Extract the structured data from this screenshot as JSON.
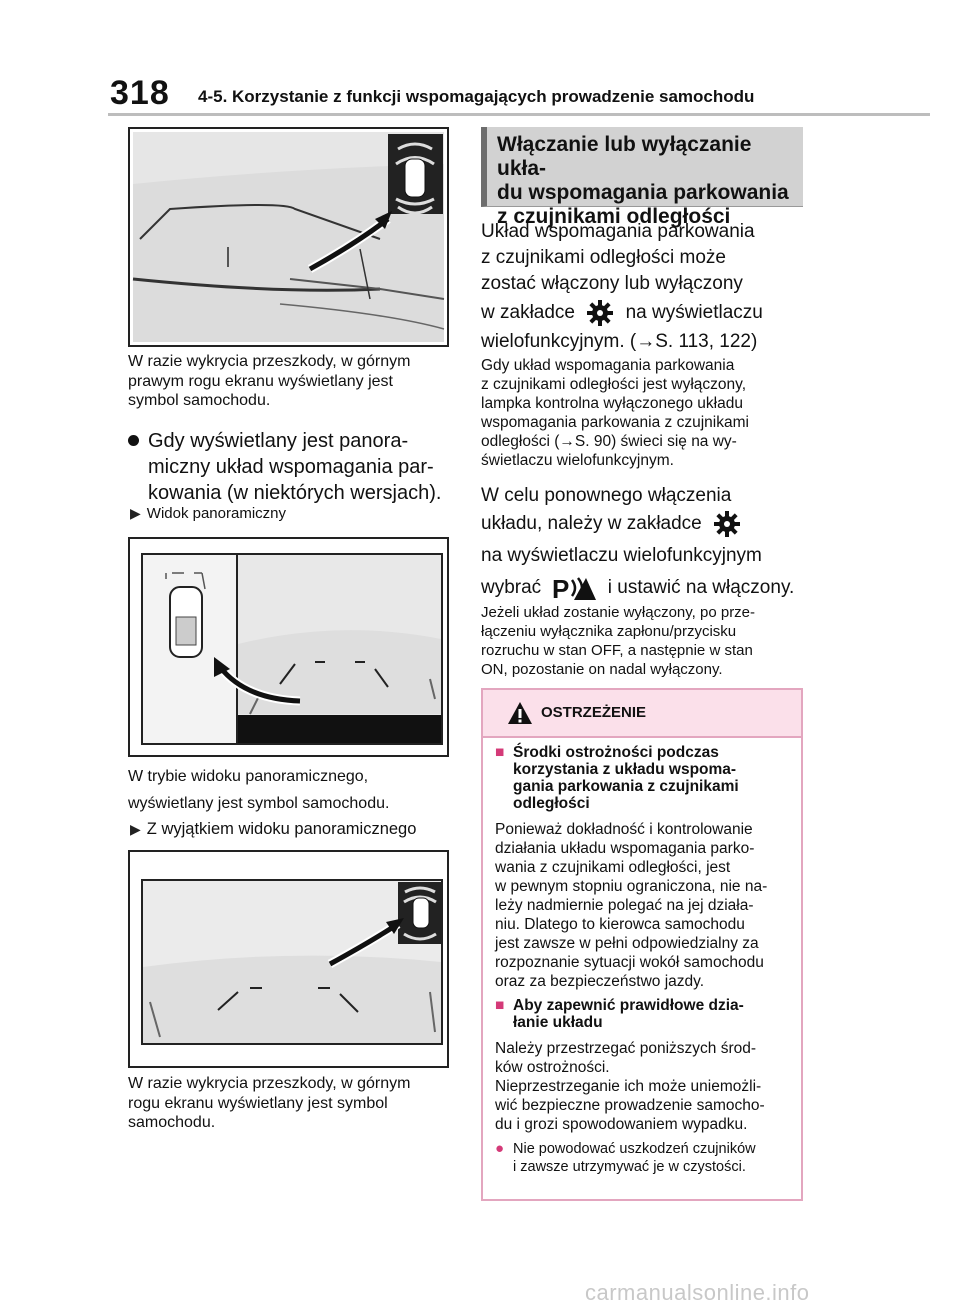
{
  "header": {
    "page_number": "318",
    "chapter_title": "4-5. Korzystanie z funkcji wspomagających prowadzenie samochodu"
  },
  "left": {
    "caption1": [
      "W razie wykrycia przeszkody, w górnym",
      "prawym rogu ekranu wyświetlany jest",
      "symbol samochodu."
    ],
    "bullet_heading": [
      "Gdy wyświetlany jest panora-",
      "miczny układ wspomagania par-",
      "kowania (w niektórych wersjach)."
    ],
    "sub1": "Widok panoramiczny",
    "caption2": [
      "W trybie widoku panoramicznego,",
      "wyświetlany jest symbol samochodu."
    ],
    "sub2": "Z wyjątkiem widoku panoramicznego",
    "caption3": [
      "W razie wykrycia przeszkody, w górnym",
      "rogu ekranu wyświetlany jest symbol",
      "samochodu."
    ]
  },
  "right": {
    "heading": [
      "Włączanie lub wyłączanie ukła-",
      "du wspomagania parkowania",
      "z czujnikami odległości"
    ],
    "p1_l1": "Układ wspomagania parkowania",
    "p1_l2": "z czujnikami odległości może",
    "p1_l3": "zostać włączony lub wyłączony",
    "p1_l4a": "w zakładce",
    "p1_l4b": "na wyświetlaczu",
    "p1_l5": "wielofunkcyjnym. (→S. 113, 122)",
    "p2": [
      "Gdy układ wspomagania parkowania",
      "z czujnikami odległości jest wyłączony,",
      "lampka kontrolna wyłączonego układu",
      "wspomagania parkowania z czujnikami",
      "odległości (→S. 90) świeci się na wy-",
      "świetlaczu wielofunkcyjnym."
    ],
    "p3_l1": "W celu ponownego włączenia",
    "p3_l2": "układu, należy w zakładce",
    "p3_l3": "na wyświetlaczu wielofunkcyjnym",
    "p3_l4a": "wybrać",
    "p3_l4b": "i ustawić na włączony.",
    "p4": [
      "Jeżeli układ zostanie wyłączony, po prze-",
      "łączeniu wyłącznika zapłonu/przycisku",
      "rozruchu w stan OFF, a następnie w stan",
      "ON, pozostanie on nadal wyłączony."
    ]
  },
  "warning": {
    "title": "OSTRZEŻENIE",
    "h1": [
      "Środki ostrożności podczas",
      "korzystania z układu wspoma-",
      "gania parkowania z czujnikami",
      "odległości"
    ],
    "t1": [
      "Ponieważ dokładność i kontrolowanie",
      "działania układu wspomagania parko-",
      "wania z czujnikami odległości, jest",
      "w pewnym stopniu ograniczona, nie na-",
      "leży nadmiernie polegać na jej działa-",
      "niu. Dlatego to kierowca samochodu",
      "jest zawsze w pełni odpowiedzialny za",
      "rozpoznanie sytuacji wokół samochodu",
      "oraz za bezpieczeństwo jazdy."
    ],
    "h2": [
      "Aby zapewnić prawidłowe dzia-",
      "łanie układu"
    ],
    "t2": [
      "Należy przestrzegać poniższych środ-",
      "ków ostrożności.",
      "Nieprzestrzeganie ich może uniemożli-",
      "wić bezpieczne prowadzenie samocho-",
      "du i grozi spowodowaniem wypadku."
    ],
    "bullet": [
      "Nie powodować uszkodzeń czujników",
      "i zawsze utrzymywać je w czystości."
    ]
  },
  "icons": {
    "gear": "gear-icon",
    "parking": "parking-sensor-icon",
    "warning": "warning-triangle-icon"
  },
  "colors": {
    "warning_border": "#e3a6bf",
    "warning_bg": "#fbe0ea",
    "heading_bg": "#d2d2d2"
  },
  "watermark": "carmanualsonline.info"
}
